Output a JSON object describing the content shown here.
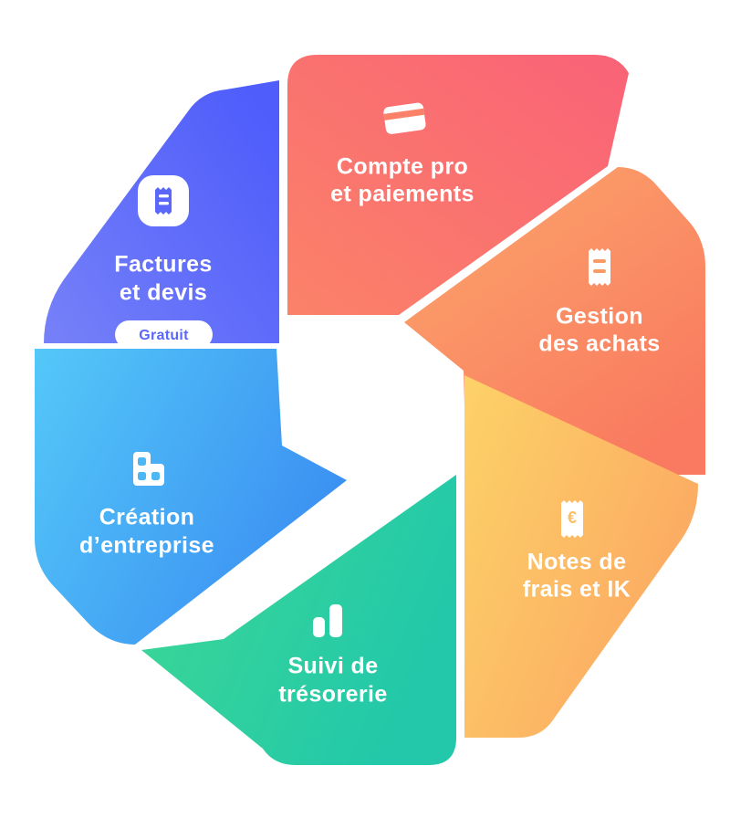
{
  "diagram": {
    "type": "hexagonal-pinwheel",
    "background": "#ffffff",
    "segments": [
      {
        "id": "compte-pro",
        "title_line1": "Compte pro",
        "title_line2": "et paiements",
        "icon": "credit-card-icon",
        "color_start": "#FB8268",
        "color_end": "#F96277",
        "badge": null
      },
      {
        "id": "gestion-achats",
        "title_line1": "Gestion",
        "title_line2": "des achats",
        "icon": "receipt-icon",
        "color_start": "#FCA76B",
        "color_end": "#F97A60",
        "badge": null
      },
      {
        "id": "notes-frais",
        "title_line1": "Notes de",
        "title_line2": "frais et IK",
        "icon": "euro-receipt-icon",
        "color_start": "#FDD268",
        "color_end": "#FBA862",
        "badge": null
      },
      {
        "id": "suivi-tresorerie",
        "title_line1": "Suivi de",
        "title_line2": "trésorerie",
        "icon": "bar-chart-icon",
        "color_start": "#3ED894",
        "color_end": "#22C8A9",
        "badge": null
      },
      {
        "id": "creation-entreprise",
        "title_line1": "Création",
        "title_line2": "d’entreprise",
        "icon": "building-blocks-icon",
        "color_start": "#54C8F8",
        "color_end": "#3B90F2",
        "badge": null
      },
      {
        "id": "factures-devis",
        "title_line1": "Factures",
        "title_line2": "et devis",
        "icon": "invoice-icon",
        "color_start": "#7681F8",
        "color_end": "#4F5DFB",
        "badge": {
          "label": "Gratuit",
          "background": "#ffffff",
          "text_color": "#5A67FA"
        }
      }
    ]
  }
}
